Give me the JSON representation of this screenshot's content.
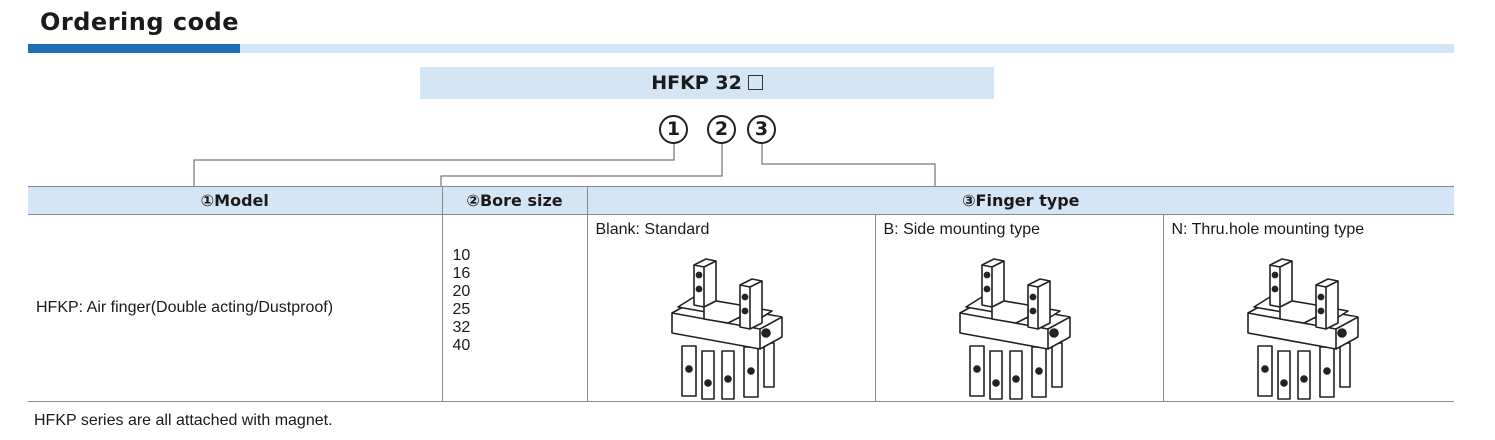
{
  "header": {
    "title": "Ordering code"
  },
  "code": {
    "text": "HFKP 32"
  },
  "markers": [
    "1",
    "2",
    "3"
  ],
  "table": {
    "headers": [
      "①Model",
      "②Bore size",
      "③Finger type"
    ],
    "model": "HFKP: Air finger(Double acting/Dustproof)",
    "bore_sizes": [
      "10",
      "16",
      "20",
      "25",
      "32",
      "40"
    ],
    "finger_types": [
      {
        "label": "Blank: Standard",
        "image": "gripper-standard"
      },
      {
        "label": "B: Side mounting type",
        "image": "gripper-side-mount"
      },
      {
        "label": "N: Thru.hole mounting type",
        "image": "gripper-thru-hole"
      }
    ]
  },
  "note": "HFKP series are all attached with magnet.",
  "colors": {
    "accent": "#1f6fb8",
    "band": "#d4e5f5",
    "text": "#1a1a1a"
  }
}
